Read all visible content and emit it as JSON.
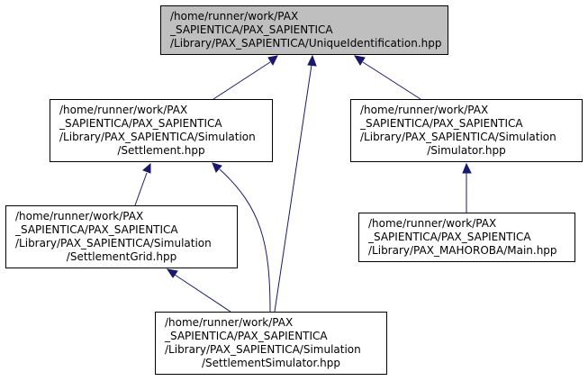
{
  "colors": {
    "highlight_fill": "#bfbfbf",
    "node_fill": "#ffffff",
    "node_border": "#000000",
    "edge": "#191970"
  },
  "nodes": {
    "unique_identification": {
      "lines": [
        "/home/runner/work/PAX",
        "_SAPIENTICA/PAX_SAPIENTICA",
        "/Library/PAX_SAPIENTICA/UniqueIdentification.hpp"
      ],
      "highlighted": true
    },
    "settlement": {
      "lines": [
        "/home/runner/work/PAX",
        "_SAPIENTICA/PAX_SAPIENTICA",
        "/Library/PAX_SAPIENTICA/Simulation",
        "/Settlement.hpp"
      ],
      "highlighted": false
    },
    "simulator": {
      "lines": [
        "/home/runner/work/PAX",
        "_SAPIENTICA/PAX_SAPIENTICA",
        "/Library/PAX_SAPIENTICA/Simulation",
        "/Simulator.hpp"
      ],
      "highlighted": false
    },
    "settlement_grid": {
      "lines": [
        "/home/runner/work/PAX",
        "_SAPIENTICA/PAX_SAPIENTICA",
        "/Library/PAX_SAPIENTICA/Simulation",
        "/SettlementGrid.hpp"
      ],
      "highlighted": false
    },
    "main": {
      "lines": [
        "/home/runner/work/PAX",
        "_SAPIENTICA/PAX_SAPIENTICA",
        "/Library/PAX_MAHOROBA/Main.hpp"
      ],
      "highlighted": false
    },
    "settlement_simulator": {
      "lines": [
        "/home/runner/work/PAX",
        "_SAPIENTICA/PAX_SAPIENTICA",
        "/Library/PAX_SAPIENTICA/Simulation",
        "/SettlementSimulator.hpp"
      ],
      "highlighted": false
    }
  },
  "edges": [
    {
      "from": "settlement",
      "to": "unique_identification"
    },
    {
      "from": "settlement_simulator",
      "to": "unique_identification"
    },
    {
      "from": "simulator",
      "to": "unique_identification"
    },
    {
      "from": "settlement_grid",
      "to": "settlement"
    },
    {
      "from": "settlement_simulator",
      "to": "settlement"
    },
    {
      "from": "main",
      "to": "simulator"
    },
    {
      "from": "settlement_simulator",
      "to": "settlement_grid"
    }
  ]
}
